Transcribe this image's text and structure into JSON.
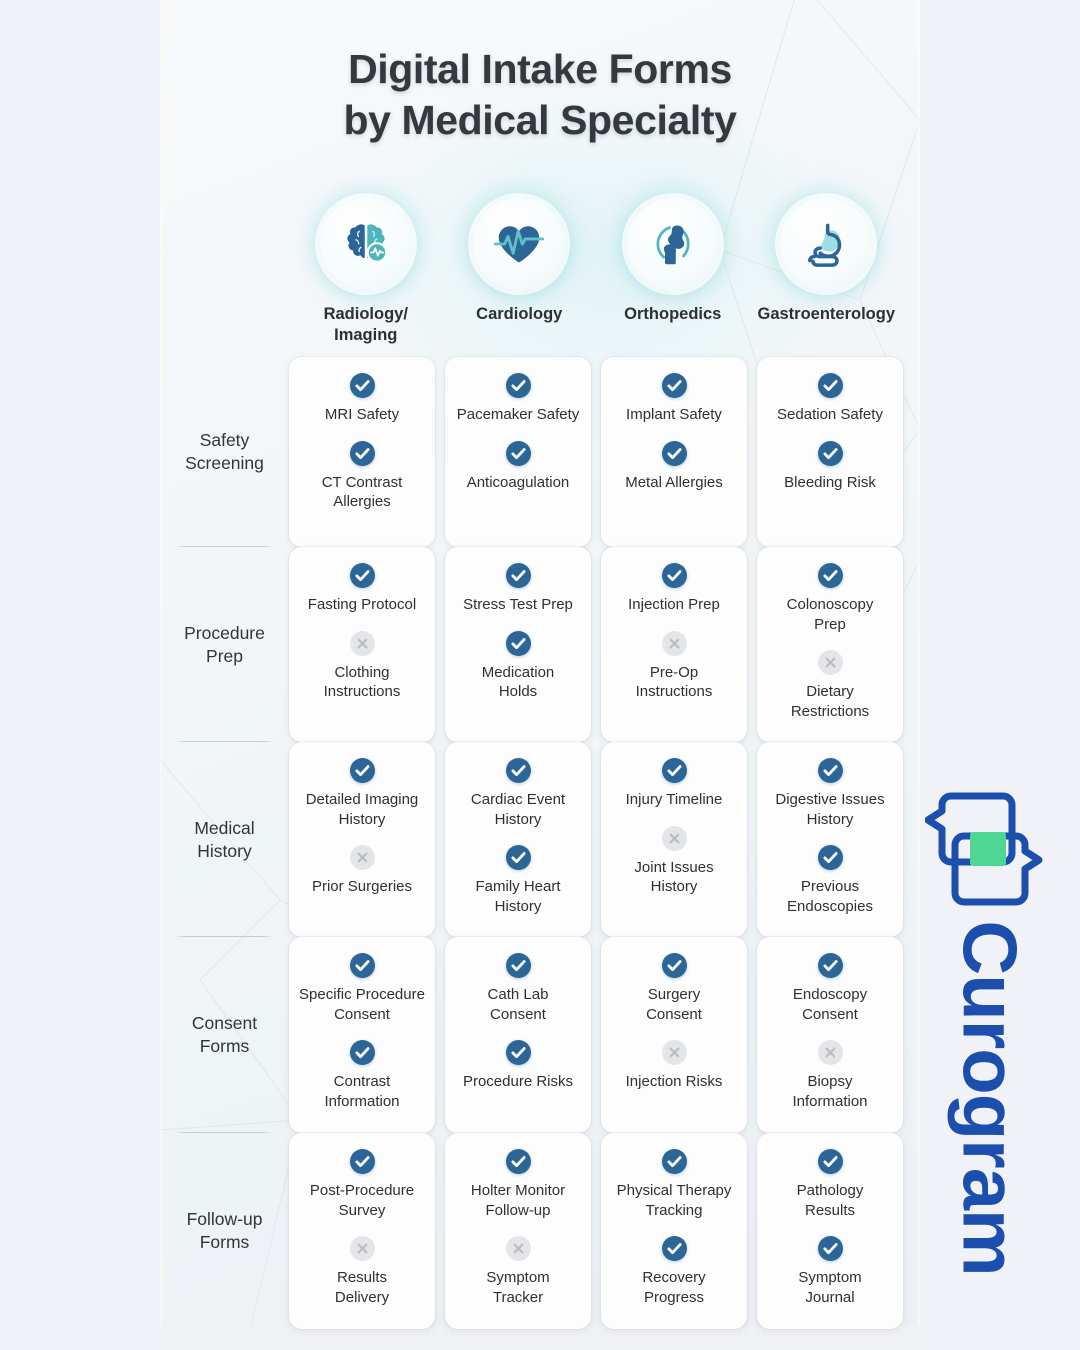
{
  "header": {
    "title_line1": "Digital Intake Forms",
    "title_line2": "by Medical Specialty"
  },
  "colors": {
    "page_background": "#f1f2f7",
    "panel_background": "#f2f6f8",
    "title_text": "#35393d",
    "check_badge": "#2b6697",
    "cross_badge": "#e3e5e8",
    "cross_glyph": "#b9bdc3",
    "icon_blue": "#2c6596",
    "icon_teal": "#4eb5bd",
    "logo_blue": "#1b4ead",
    "logo_green": "#4fd693"
  },
  "specialties": [
    {
      "label": "Radiology/\nImaging",
      "icon": "brain-icon"
    },
    {
      "label": "Cardiology",
      "icon": "heart-pulse-icon"
    },
    {
      "label": "Orthopedics",
      "icon": "knee-joint-icon"
    },
    {
      "label": "Gastroenterology",
      "icon": "stomach-intestine-icon"
    }
  ],
  "rows": [
    {
      "label": "Safety\nScreening",
      "columns": [
        {
          "items": [
            {
              "label": "MRI Safety",
              "status": "yes"
            },
            {
              "label": "CT Contrast\nAllergies",
              "status": "yes"
            }
          ]
        },
        {
          "items": [
            {
              "label": "Pacemaker Safety",
              "status": "yes"
            },
            {
              "label": "Anticoagulation",
              "status": "yes"
            }
          ]
        },
        {
          "items": [
            {
              "label": "Implant Safety",
              "status": "yes"
            },
            {
              "label": "Metal Allergies",
              "status": "yes"
            }
          ]
        },
        {
          "items": [
            {
              "label": "Sedation Safety",
              "status": "yes"
            },
            {
              "label": "Bleeding Risk",
              "status": "yes"
            }
          ]
        }
      ]
    },
    {
      "label": "Procedure\nPrep",
      "columns": [
        {
          "items": [
            {
              "label": "Fasting Protocol",
              "status": "yes"
            },
            {
              "label": "Clothing\nInstructions",
              "status": "no"
            }
          ]
        },
        {
          "items": [
            {
              "label": "Stress Test Prep",
              "status": "yes"
            },
            {
              "label": "Medication\nHolds",
              "status": "yes"
            }
          ]
        },
        {
          "items": [
            {
              "label": "Injection Prep",
              "status": "yes"
            },
            {
              "label": "Pre-Op\nInstructions",
              "status": "no"
            }
          ]
        },
        {
          "items": [
            {
              "label": "Colonoscopy\nPrep",
              "status": "yes"
            },
            {
              "label": "Dietary\nRestrictions",
              "status": "no"
            }
          ]
        }
      ]
    },
    {
      "label": "Medical\nHistory",
      "columns": [
        {
          "items": [
            {
              "label": "Detailed Imaging\nHistory",
              "status": "yes"
            },
            {
              "label": "Prior Surgeries",
              "status": "no"
            }
          ]
        },
        {
          "items": [
            {
              "label": "Cardiac Event\nHistory",
              "status": "yes"
            },
            {
              "label": "Family Heart\nHistory",
              "status": "yes"
            }
          ]
        },
        {
          "items": [
            {
              "label": "Injury Timeline",
              "status": "yes"
            },
            {
              "label": "Joint Issues\nHistory",
              "status": "no"
            }
          ]
        },
        {
          "items": [
            {
              "label": "Digestive Issues\nHistory",
              "status": "yes"
            },
            {
              "label": "Previous\nEndoscopies",
              "status": "yes"
            }
          ]
        }
      ]
    },
    {
      "label": "Consent\nForms",
      "columns": [
        {
          "items": [
            {
              "label": "Specific Procedure\nConsent",
              "status": "yes"
            },
            {
              "label": "Contrast\nInformation",
              "status": "yes"
            }
          ]
        },
        {
          "items": [
            {
              "label": "Cath Lab\nConsent",
              "status": "yes"
            },
            {
              "label": "Procedure Risks",
              "status": "yes"
            }
          ]
        },
        {
          "items": [
            {
              "label": "Surgery\nConsent",
              "status": "yes"
            },
            {
              "label": "Injection Risks",
              "status": "no"
            }
          ]
        },
        {
          "items": [
            {
              "label": "Endoscopy\nConsent",
              "status": "yes"
            },
            {
              "label": "Biopsy\nInformation",
              "status": "no"
            }
          ]
        }
      ]
    },
    {
      "label": "Follow-up\nForms",
      "columns": [
        {
          "items": [
            {
              "label": "Post-Procedure\nSurvey",
              "status": "yes"
            },
            {
              "label": "Results\nDelivery",
              "status": "no"
            }
          ]
        },
        {
          "items": [
            {
              "label": "Holter Monitor\nFollow-up",
              "status": "yes"
            },
            {
              "label": "Symptom\nTracker",
              "status": "no"
            }
          ]
        },
        {
          "items": [
            {
              "label": "Physical Therapy\nTracking",
              "status": "yes"
            },
            {
              "label": "Recovery\nProgress",
              "status": "yes"
            }
          ]
        },
        {
          "items": [
            {
              "label": "Pathology\nResults",
              "status": "yes"
            },
            {
              "label": "Symptom\nJournal",
              "status": "yes"
            }
          ]
        }
      ]
    }
  ],
  "logo": {
    "wordmark": "Curogram",
    "mark": "curogram-speech-bubbles-icon"
  }
}
